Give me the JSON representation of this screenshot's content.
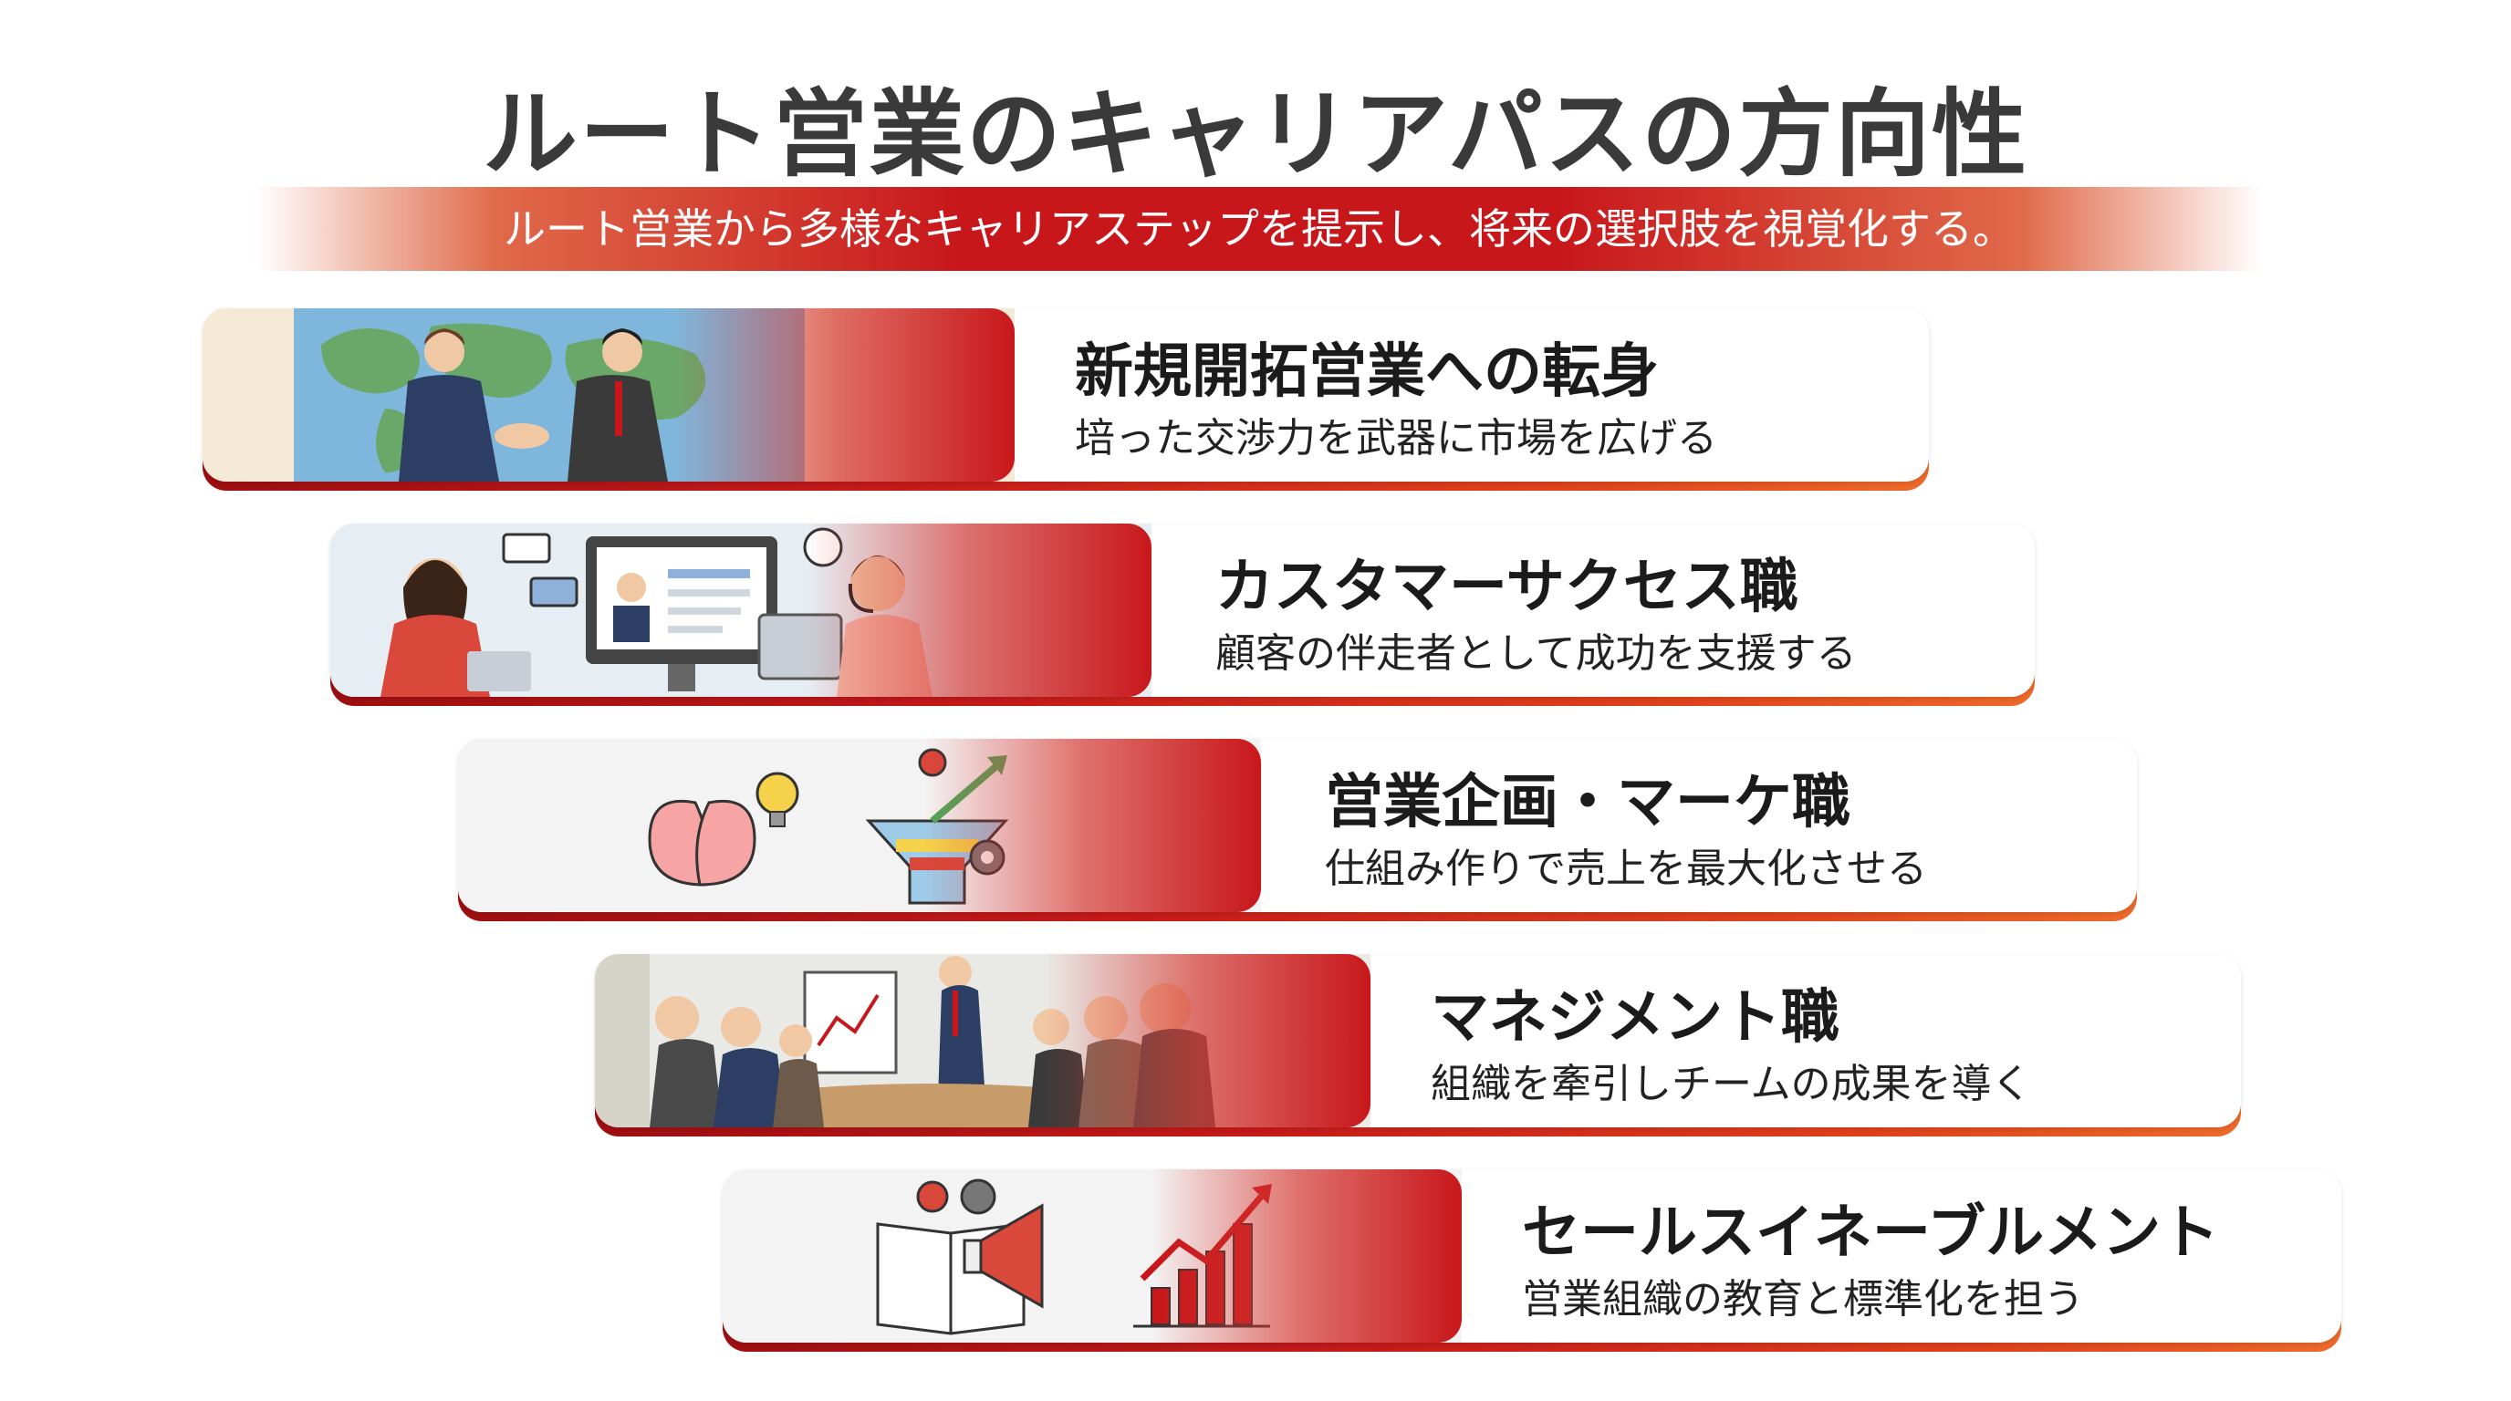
{
  "title": "ルート営業のキャリアパスの方向性",
  "subtitle": "ルート営業から多様なキャリアステップを提示し、将来の選択肢を視覚化する。",
  "careers": [
    {
      "heading": "新規開拓営業への転身",
      "description": "培った交渉力を武器に市場を広げる",
      "illustration": "handshake-world-map"
    },
    {
      "heading": "カスタマーサクセス職",
      "description": "顧客の伴走者として成功を支援する",
      "illustration": "customer-support-video-call"
    },
    {
      "heading": "営業企画・マーケ職",
      "description": "仕組み作りで売上を最大化させる",
      "illustration": "brain-lightbulb-funnel-gears"
    },
    {
      "heading": "マネジメント職",
      "description": "組織を牽引しチームの成果を導く",
      "illustration": "team-meeting-presentation"
    },
    {
      "heading": "セールスイネーブルメント",
      "description": "営業組織の教育と標準化を担う",
      "illustration": "book-megaphone-growth-chart"
    }
  ],
  "colors": {
    "accent": "#c8171b",
    "accent_orange": "#ee6a2a",
    "title_text": "#3a3a3a"
  }
}
